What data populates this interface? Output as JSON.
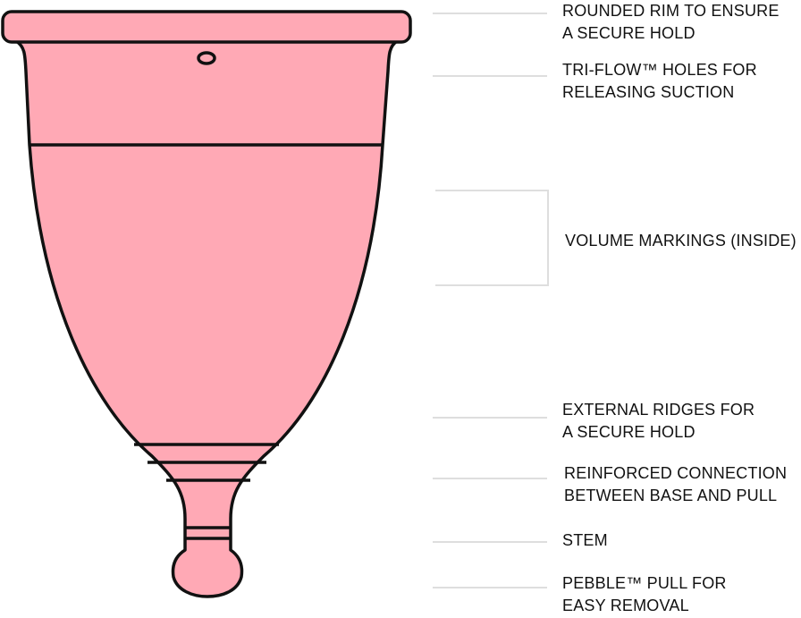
{
  "diagram": {
    "colors": {
      "cup_fill": "#ffa9b5",
      "outline": "#111111",
      "leader": "#dedede"
    },
    "labels": [
      {
        "id": "rim",
        "lines": [
          "ROUNDED RIM TO ENSURE",
          "A SECURE HOLD"
        ]
      },
      {
        "id": "holes",
        "lines": [
          "TRI-FLOW™ HOLES FOR",
          "RELEASING SUCTION"
        ]
      },
      {
        "id": "volume",
        "lines": [
          "VOLUME MARKINGS (INSIDE)"
        ]
      },
      {
        "id": "ridges",
        "lines": [
          "EXTERNAL RIDGES FOR",
          "A SECURE HOLD"
        ]
      },
      {
        "id": "connection",
        "lines": [
          "REINFORCED CONNECTION",
          "BETWEEN BASE AND PULL"
        ]
      },
      {
        "id": "stem",
        "lines": [
          "STEM"
        ]
      },
      {
        "id": "pull",
        "lines": [
          "PEBBLE™ PULL FOR",
          "EASY REMOVAL"
        ]
      }
    ]
  }
}
